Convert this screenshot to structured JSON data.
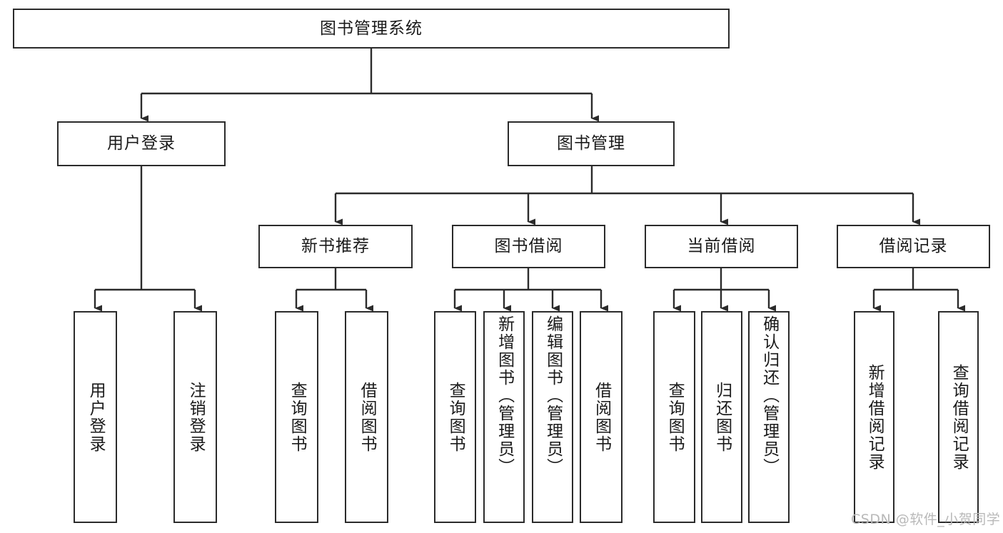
{
  "diagram": {
    "title": "图书管理系统",
    "type": "tree-hierarchy",
    "watermark": "CSDN @软件_小贺同学",
    "colors": {
      "background": "#ffffff",
      "border": "#2b2b2b",
      "text": "#1a1a1a",
      "connector": "#2b2b2b",
      "watermark": "#b9b9b9"
    },
    "nodes": {
      "root": {
        "label": "图书管理系统",
        "level": 1,
        "orientation": "horizontal"
      },
      "l2": [
        {
          "id": "user-login",
          "label": "用户登录",
          "level": 2,
          "orientation": "horizontal"
        },
        {
          "id": "book-manage",
          "label": "图书管理",
          "level": 2,
          "orientation": "horizontal"
        }
      ],
      "l3": [
        {
          "id": "new-book-recommend",
          "label": "新书推荐",
          "level": 3,
          "orientation": "horizontal"
        },
        {
          "id": "book-borrow",
          "label": "图书借阅",
          "level": 3,
          "orientation": "horizontal"
        },
        {
          "id": "current-borrow",
          "label": "当前借阅",
          "level": 3,
          "orientation": "horizontal"
        },
        {
          "id": "borrow-record",
          "label": "借阅记录",
          "level": 3,
          "orientation": "horizontal"
        }
      ],
      "leaves": [
        {
          "id": "leaf-user-login",
          "label": "用户登录",
          "parent": "user-login",
          "orientation": "vertical",
          "align": "center"
        },
        {
          "id": "leaf-logout-login",
          "label": "注销登录",
          "parent": "user-login",
          "orientation": "vertical",
          "align": "center"
        },
        {
          "id": "leaf-query-book-1",
          "label": "查询图书",
          "parent": "new-book-recommend",
          "orientation": "vertical",
          "align": "center"
        },
        {
          "id": "leaf-borrow-book-1",
          "label": "借阅图书",
          "parent": "new-book-recommend",
          "orientation": "vertical",
          "align": "center"
        },
        {
          "id": "leaf-query-book-2",
          "label": "查询图书",
          "parent": "book-borrow",
          "orientation": "vertical",
          "align": "center"
        },
        {
          "id": "leaf-add-book",
          "label": "新增图书（管理员）",
          "parent": "book-borrow",
          "orientation": "vertical",
          "align": "top"
        },
        {
          "id": "leaf-edit-book",
          "label": "编辑图书（管理员）",
          "parent": "book-borrow",
          "orientation": "vertical",
          "align": "top"
        },
        {
          "id": "leaf-borrow-book-2",
          "label": "借阅图书",
          "parent": "book-borrow",
          "orientation": "vertical",
          "align": "center"
        },
        {
          "id": "leaf-query-book-3",
          "label": "查询图书",
          "parent": "current-borrow",
          "orientation": "vertical",
          "align": "center"
        },
        {
          "id": "leaf-return-book",
          "label": "归还图书",
          "parent": "current-borrow",
          "orientation": "vertical",
          "align": "center"
        },
        {
          "id": "leaf-confirm-return",
          "label": "确认归还（管理员）",
          "parent": "current-borrow",
          "orientation": "vertical",
          "align": "top"
        },
        {
          "id": "leaf-add-record",
          "label": "新增借阅记录",
          "parent": "borrow-record",
          "orientation": "vertical",
          "align": "center"
        },
        {
          "id": "leaf-query-record",
          "label": "查询借阅记录",
          "parent": "borrow-record",
          "orientation": "vertical",
          "align": "center"
        }
      ]
    }
  }
}
